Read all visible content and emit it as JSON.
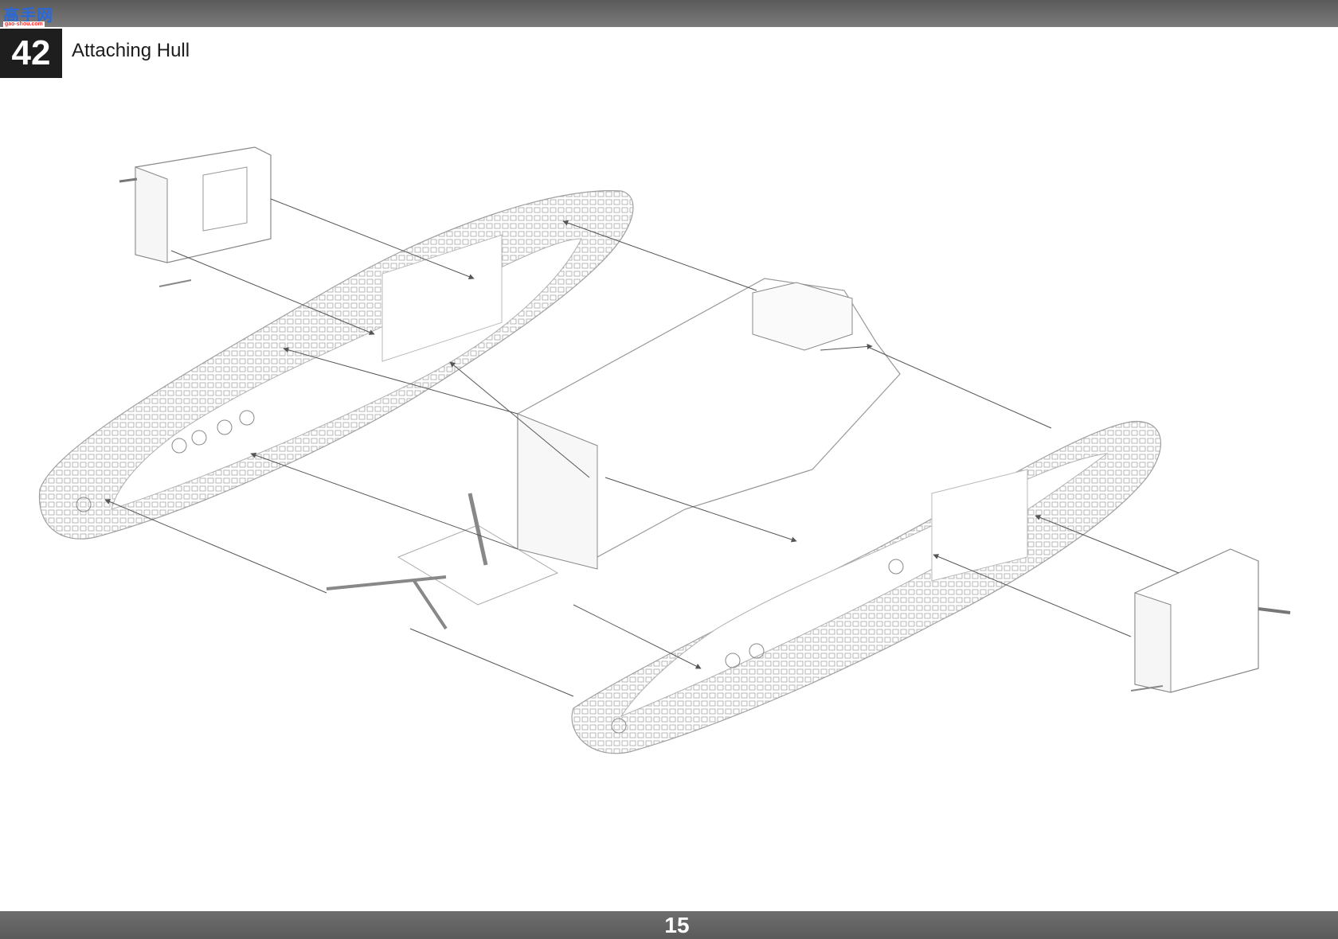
{
  "header": {
    "logo_text": "高手网",
    "logo_sub": "gao-shou.com",
    "step_number": "42",
    "step_title": "Attaching Hull"
  },
  "footer": {
    "page_number": "15"
  },
  "colors": {
    "bars": "#626262",
    "step_box": "#1e1e1e",
    "line_art": "#9a9a9a"
  }
}
